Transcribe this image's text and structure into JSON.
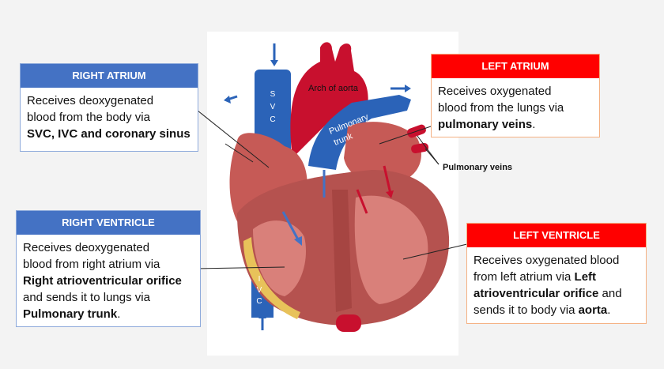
{
  "cards": {
    "right_atrium": {
      "title": "RIGHT ATRIUM",
      "line1": "Receives deoxygenated",
      "line2": "blood from the body via",
      "bold": "SVC, IVC and coronary sinus",
      "colors": {
        "header": "#4472c4"
      }
    },
    "right_ventricle": {
      "title": "RIGHT VENTRICLE",
      "line1": "Receives deoxygenated",
      "line2": "blood from right atrium via",
      "bold1": "Right atrioventricular orifice",
      "line3": "and sends it to lungs via",
      "bold2": "Pulmonary trunk",
      "end": ".",
      "colors": {
        "header": "#4472c4"
      }
    },
    "left_atrium": {
      "title": "LEFT ATRIUM",
      "line1": "Receives oxygenated",
      "line2": "blood from the lungs via",
      "bold": "pulmonary veins",
      "end": ".",
      "colors": {
        "header": "#ff0000"
      }
    },
    "left_ventricle": {
      "title": "LEFT VENTRICLE",
      "line1": "Receives oxygenated blood",
      "line2_pre": "from left atrium via ",
      "bold1": "Left",
      "bold1b": "atrioventricular orifice",
      "line3_post": " and",
      "line4_pre": "sends it to body via ",
      "bold2": "aorta",
      "end": ".",
      "colors": {
        "header": "#ff0000"
      }
    }
  },
  "heart_labels": {
    "arch_of_aorta": "Arch of aorta",
    "pulmonary_trunk_1": "Pulmonary",
    "pulmonary_trunk_2": "trunk",
    "pulmonary_veins": "Pulmonary veins",
    "svc": [
      "S",
      "V",
      "C"
    ],
    "ivc": [
      "I",
      "V",
      "C"
    ]
  },
  "colors": {
    "vein_blue": "#2b63b8",
    "artery_red": "#c8102e",
    "muscle": "#b5524f",
    "fat": "#e8c25a"
  }
}
